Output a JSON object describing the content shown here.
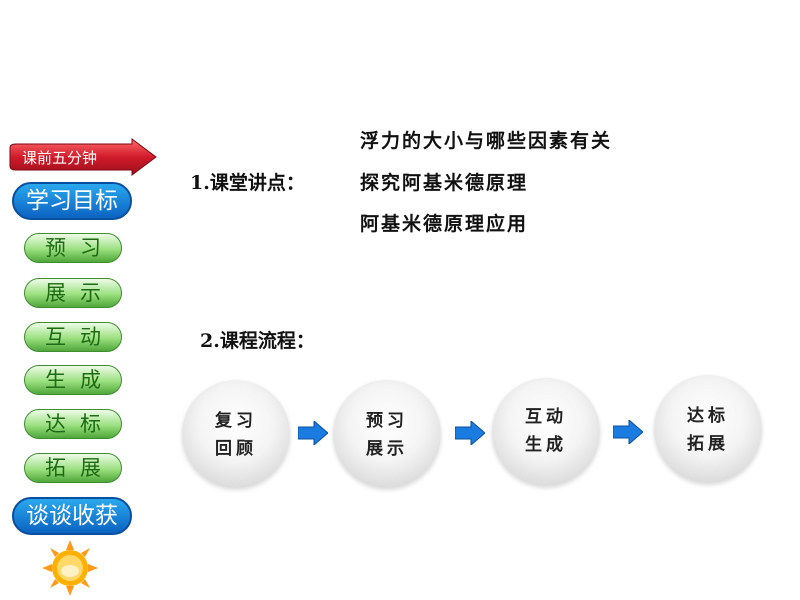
{
  "sidebar": {
    "header_label": "课前五分钟",
    "items": [
      {
        "label": "学习目标",
        "style": "blue"
      },
      {
        "label": "预习",
        "style": "green"
      },
      {
        "label": "展示",
        "style": "green"
      },
      {
        "label": "互动",
        "style": "green"
      },
      {
        "label": "生成",
        "style": "green"
      },
      {
        "label": "达标",
        "style": "green"
      },
      {
        "label": "拓展",
        "style": "green"
      },
      {
        "label": "谈谈收获",
        "style": "blue"
      }
    ],
    "sun_icon": "sun-icon"
  },
  "main": {
    "points_heading": "1.课堂讲点：",
    "points": [
      "浮力的大小与哪些因素有关",
      "探究阿基米德原理",
      "阿基米德原理应用"
    ],
    "flow_heading": "2.课程流程：",
    "flow_steps": [
      {
        "line1": "复习",
        "line2": "回顾"
      },
      {
        "line1": "预习",
        "line2": "展示"
      },
      {
        "line1": "互动",
        "line2": "生成"
      },
      {
        "line1": "达标",
        "line2": "拓展"
      }
    ]
  },
  "colors": {
    "arrow_red": "#c8102e",
    "pill_blue": "#0b63c2",
    "pill_green": "#7ccf5e",
    "flow_arrow_blue": "#1a7be0"
  }
}
